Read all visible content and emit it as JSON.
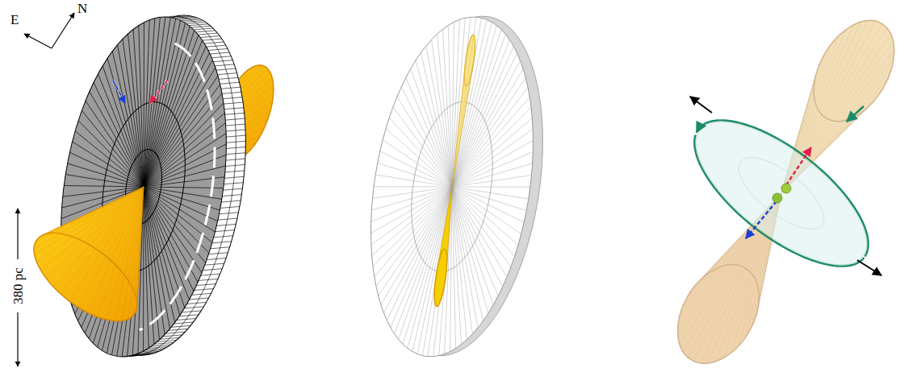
{
  "diagram": {
    "labels": [
      "E",
      "N",
      "380 pc"
    ]
  }
}
